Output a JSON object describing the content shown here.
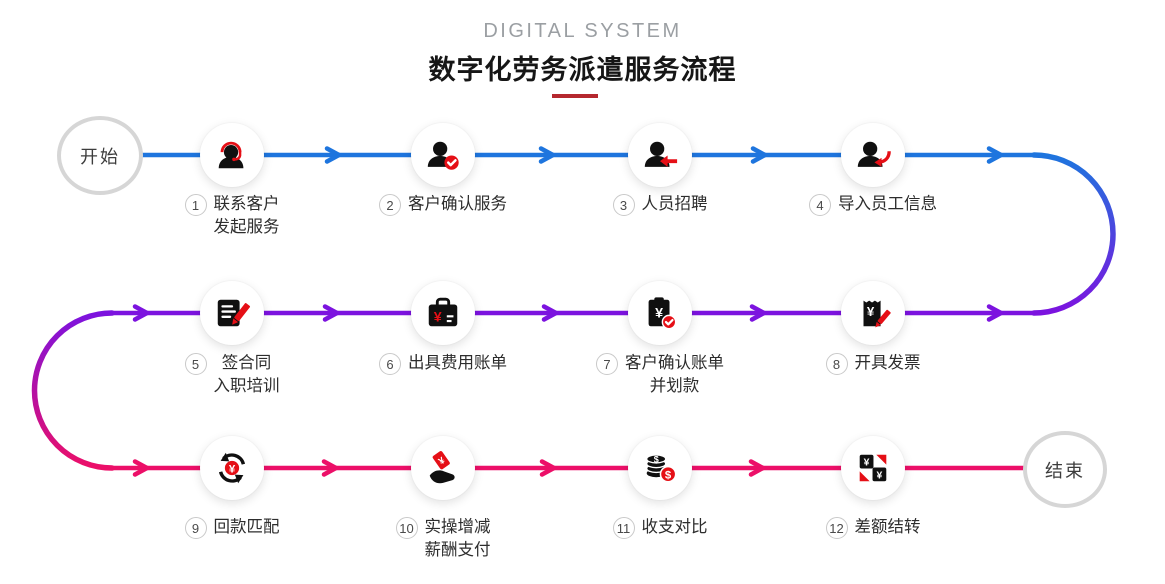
{
  "header": {
    "eyebrow": "DIGITAL SYSTEM",
    "title": "数字化劳务派遣服务流程"
  },
  "flow": {
    "start_label": "开始",
    "end_label": "结束",
    "steps": [
      {
        "num": "1",
        "line1": "联系客户",
        "line2": "发起服务",
        "icon": "headset-agent-icon"
      },
      {
        "num": "2",
        "line1": "客户确认服务",
        "line2": "",
        "icon": "user-check-icon"
      },
      {
        "num": "3",
        "line1": "人员招聘",
        "line2": "",
        "icon": "user-recruit-icon"
      },
      {
        "num": "4",
        "line1": "导入员工信息",
        "line2": "",
        "icon": "user-import-icon"
      },
      {
        "num": "5",
        "line1": "签合同",
        "line2": "入职培训",
        "icon": "contract-edit-icon"
      },
      {
        "num": "6",
        "line1": "出具费用账单",
        "line2": "",
        "icon": "briefcase-yen-icon"
      },
      {
        "num": "7",
        "line1": "客户确认账单",
        "line2": "并划款",
        "icon": "bill-confirm-icon"
      },
      {
        "num": "8",
        "line1": "开具发票",
        "line2": "",
        "icon": "invoice-edit-icon"
      },
      {
        "num": "9",
        "line1": "回款匹配",
        "line2": "",
        "icon": "refund-match-icon"
      },
      {
        "num": "10",
        "line1": "实操增减",
        "line2": "薪酬支付",
        "icon": "payment-hand-icon"
      },
      {
        "num": "11",
        "line1": "收支对比",
        "line2": "",
        "icon": "coins-compare-icon"
      },
      {
        "num": "12",
        "line1": "差额结转",
        "line2": "",
        "icon": "balance-transfer-icon"
      }
    ]
  },
  "colors": {
    "blue": "#1e75de",
    "purple": "#7c13df",
    "pink": "#ec0f68",
    "accent": "#e50f16",
    "underline": "#b5282e"
  }
}
